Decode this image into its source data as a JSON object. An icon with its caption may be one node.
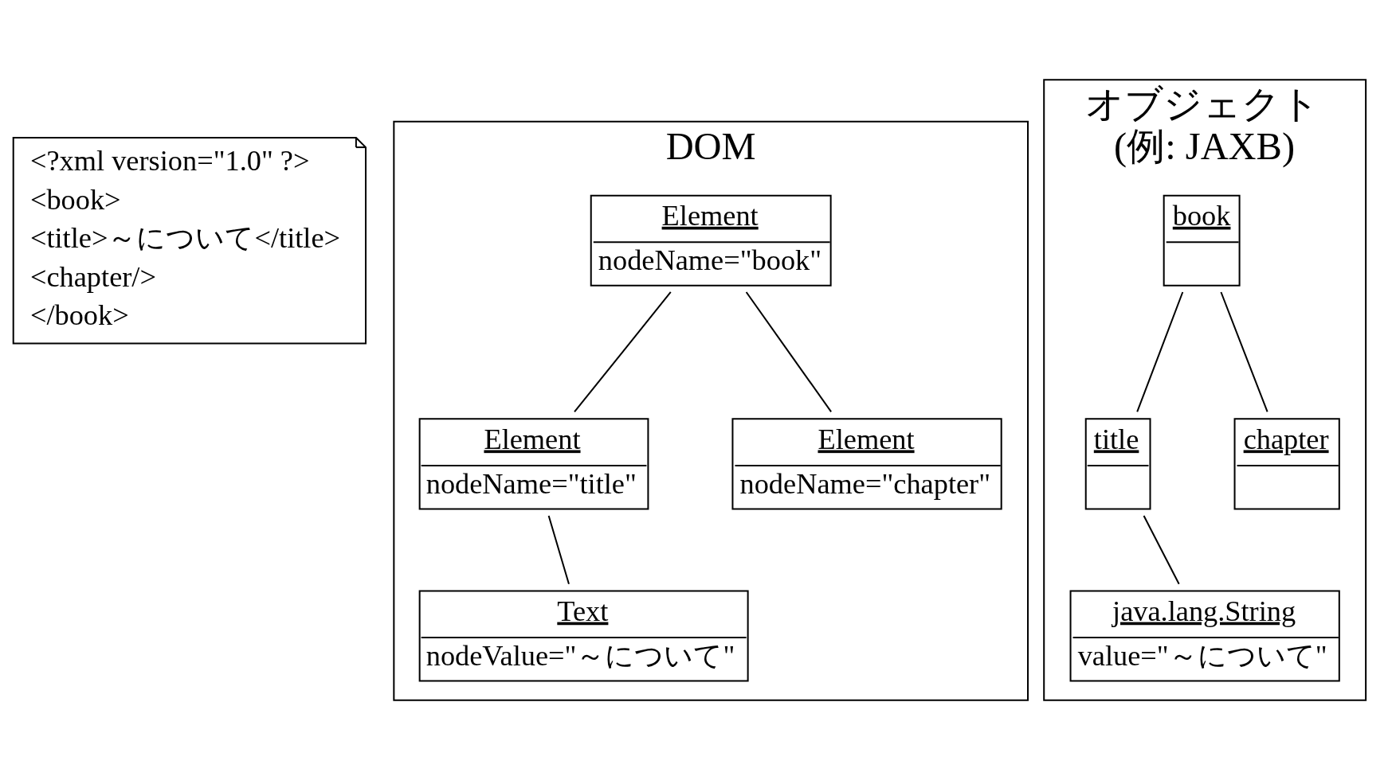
{
  "diagram": {
    "nodes": [
      {
        "text": [
          "<?xml version=\"1.0\" ?>",
          "<book>",
          "<title>～について</title>",
          "<chapter/>",
          "</book>"
        ]
      },
      {
        "text": [
          "DOM"
        ]
      },
      {
        "text": [
          "Element",
          "nodeName=\"book\""
        ],
        "in": 1
      },
      {
        "text": [
          "Element",
          "nodeName=\"title\""
        ],
        "in": 1
      },
      {
        "text": [
          "Element",
          "nodeName=\"chapter\""
        ],
        "in": 1
      },
      {
        "text": [
          "Text",
          "nodeValue=\"～について\""
        ],
        "in": 1
      },
      {
        "text": [
          "オブジェクト",
          "(例: JAXB)"
        ]
      },
      {
        "text": [
          "book"
        ],
        "in": 6
      },
      {
        "text": [
          "title"
        ],
        "in": 6
      },
      {
        "text": [
          "chapter"
        ],
        "in": 6
      },
      {
        "text": [
          "java.lang.String",
          "value=\"～について\""
        ],
        "in": 6
      }
    ],
    "edges": [
      {
        "from": 2,
        "to": 3,
        "arrow": "none"
      },
      {
        "from": 2,
        "to": 4,
        "arrow": "none"
      },
      {
        "from": 3,
        "to": 5,
        "arrow": "none"
      },
      {
        "from": 7,
        "to": 8,
        "arrow": "none"
      },
      {
        "from": 7,
        "to": 9,
        "arrow": "none"
      },
      {
        "from": 8,
        "to": 10,
        "arrow": "none"
      }
    ]
  }
}
